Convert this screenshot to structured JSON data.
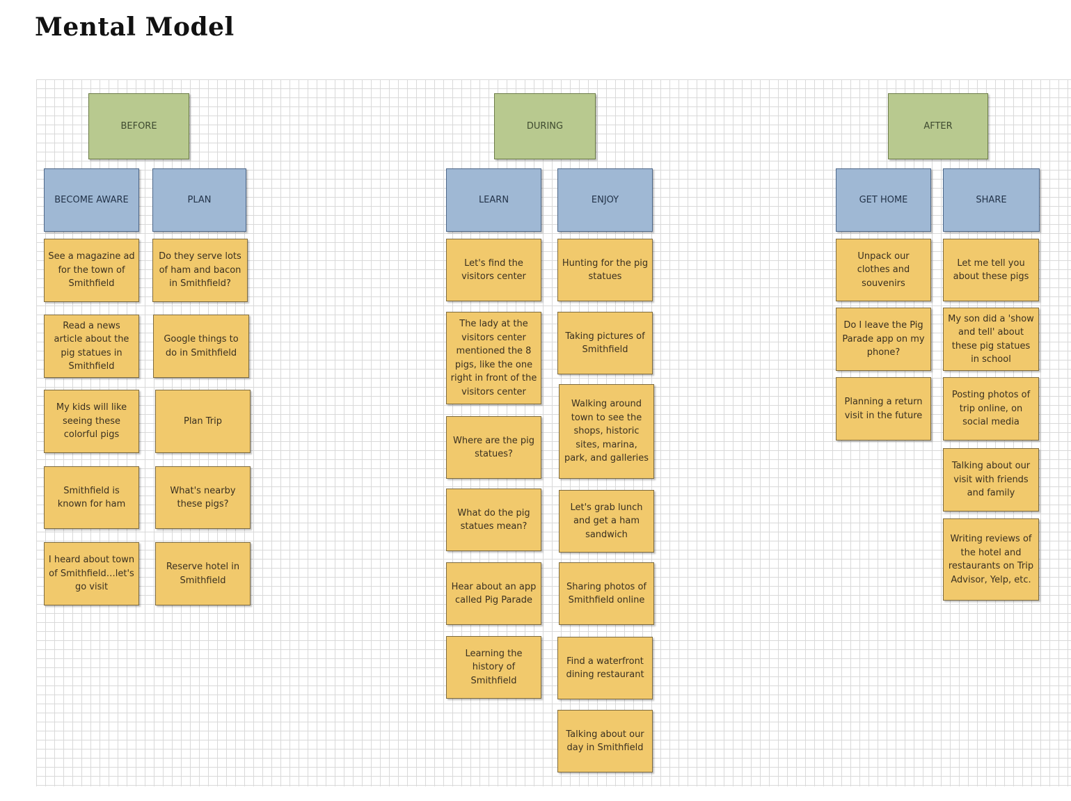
{
  "title": "Mental Model",
  "phases": [
    "BEFORE",
    "DURING",
    "AFTER"
  ],
  "stages": [
    "BECOME AWARE",
    "PLAN",
    "LEARN",
    "ENJOY",
    "GET HOME",
    "SHARE"
  ],
  "columns": {
    "become_aware": [
      "See a magazine ad for the town of Smithfield",
      "Read a news article about the pig statues in Smithfield",
      "My kids will like seeing these colorful pigs",
      "Smithfield is known for ham",
      "I heard about town of Smithfield…let's go visit"
    ],
    "plan": [
      "Do they serve lots of ham and bacon in Smithfield?",
      "Google things to do in Smithfield",
      "Plan Trip",
      "What's nearby these pigs?",
      "Reserve hotel in Smithfield"
    ],
    "learn": [
      "Let's find the visitors center",
      "The lady at the visitors center mentioned the 8 pigs, like the one right in front of the visitors center",
      "Where are the pig statues?",
      "What do the pig statues mean?",
      "Hear about an app called Pig Parade",
      "Learning the history of Smithfield"
    ],
    "enjoy": [
      "Hunting for the pig statues",
      "Taking pictures of Smithfield",
      "Walking around town to see the shops, historic sites, marina, park, and galleries",
      "Let's grab lunch and get a ham sandwich",
      "Sharing photos of Smithfield online",
      "Find a waterfront dining restaurant",
      "Talking about our day in Smithfield"
    ],
    "get_home": [
      "Unpack our clothes and souvenirs",
      "Do I leave the Pig Parade app on my phone?",
      "Planning a return visit in the future"
    ],
    "share": [
      "Let me tell you about these pigs",
      "My son did a 'show and tell' about these pig statues in school",
      "Posting photos of trip online, on social media",
      "Talking about our visit with friends and family",
      "Writing reviews of the hotel and restaurants on Trip Advisor, Yelp, etc."
    ]
  }
}
